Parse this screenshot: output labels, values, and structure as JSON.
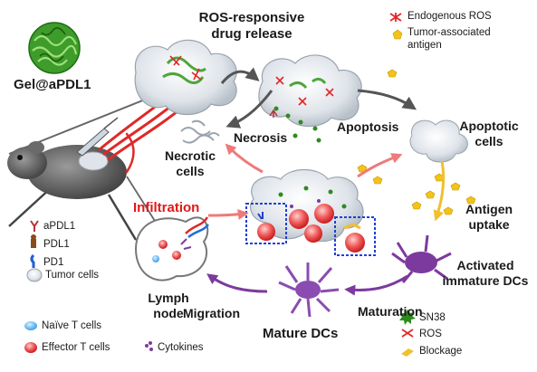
{
  "labels": {
    "gel": "Gel@aPDL1",
    "ros_release_1": "ROS-responsive",
    "ros_release_2": "drug release",
    "necrosis": "Necrosis",
    "necrotic_1": "Necrotic",
    "necrotic_2": "cells",
    "apoptosis": "Apoptosis",
    "apoptotic_1": "Apoptotic",
    "apoptotic_2": "cells",
    "infiltration": "Infiltration",
    "antigen_1": "Antigen",
    "antigen_2": "uptake",
    "activated_1": "Activated",
    "activated_2": "immature DCs",
    "maturation": "Maturation",
    "mature_dcs": "Mature DCs",
    "migration": "Migration",
    "lymph_1": "Lymph",
    "lymph_2": "node"
  },
  "legend_top": {
    "ros": "Endogenous ROS",
    "antigen_1": "Tumor-associated",
    "antigen_2": "antigen"
  },
  "legend_left": {
    "apdl1": "aPDL1",
    "pdl1": "PDL1",
    "pd1": "PD1",
    "tumor": "Tumor cells"
  },
  "legend_bottom": {
    "naive": "Naïve T cells",
    "effector": "Effector T cells",
    "cytokines": "Cytokines"
  },
  "legend_right": {
    "sn38": "SN38",
    "ros": "ROS",
    "blockage": "Blockage"
  },
  "colors": {
    "red_accent": "#e01818",
    "gel_green": "#2e8b1e",
    "arrow_grey": "#555555",
    "arrow_purple": "#7d3a9e",
    "arrow_red_fade": "#ef7a7a",
    "arrow_yellow": "#f0c030",
    "box_blue": "#1f3fd6",
    "tumor_grey": "#c9cfd6",
    "antigen_yellow": "#f3c316"
  }
}
